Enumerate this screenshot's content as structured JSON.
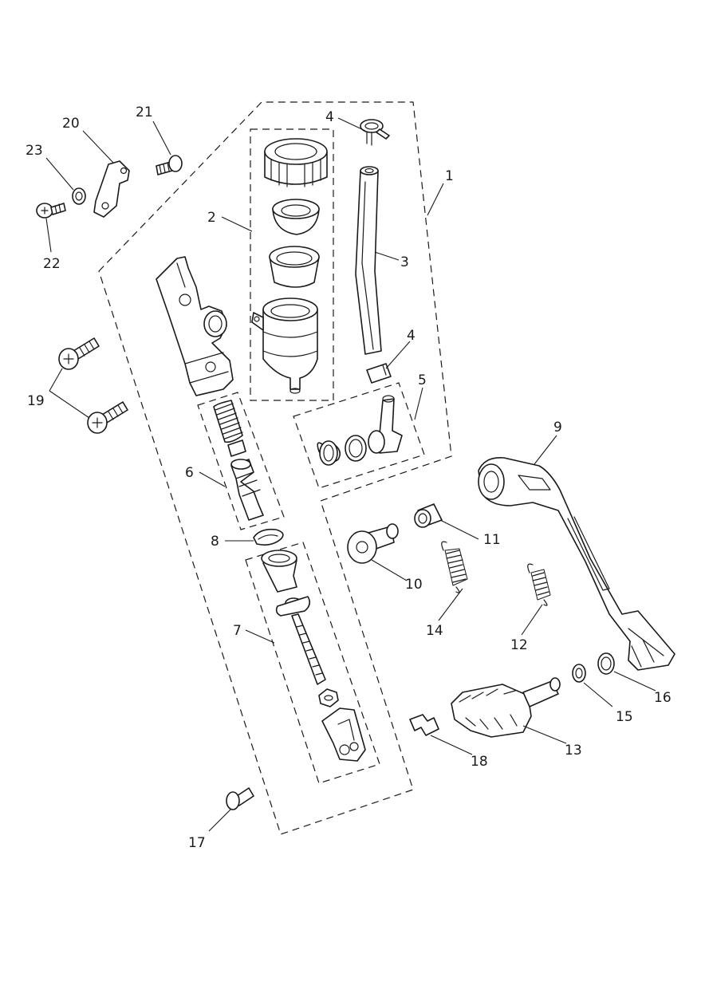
{
  "callouts": {
    "c1": "1",
    "c2": "2",
    "c3": "3",
    "c4a": "4",
    "c4b": "4",
    "c5": "5",
    "c6": "6",
    "c7": "7",
    "c8": "8",
    "c9": "9",
    "c10": "10",
    "c11": "11",
    "c12": "12",
    "c13": "13",
    "c14": "14",
    "c15": "15",
    "c16": "16",
    "c17": "17",
    "c18": "18",
    "c19": "19",
    "c20": "20",
    "c21": "21",
    "c22": "22",
    "c23": "23"
  },
  "colors": {
    "line": "#1a1a1a",
    "background": "#ffffff"
  }
}
